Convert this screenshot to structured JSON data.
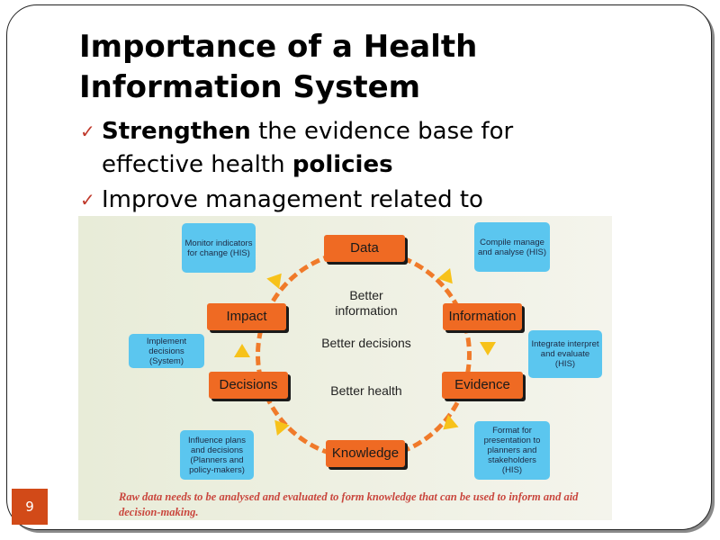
{
  "slide": {
    "title_line1": "Importance of a Health",
    "title_line2": "Information System",
    "slide_number": "9"
  },
  "bullets": [
    {
      "bold1": "Strengthen",
      "text1": " the evidence base for effective health ",
      "bold2": "policies"
    },
    {
      "text1": "Improve  management related to"
    }
  ],
  "diagram": {
    "nodes": {
      "data": "Data",
      "information": "Information",
      "evidence": "Evidence",
      "knowledge": "Knowledge",
      "decisions": "Decisions",
      "impact": "Impact"
    },
    "callouts": {
      "monitor": "Monitor indicators for change (HIS)",
      "compile": "Compile manage and analyse (HIS)",
      "integrate": "Integrate interpret and evaluate (HIS)",
      "format": "Format for presentation to planners and stakeholders (HIS)",
      "influence": "Influence plans and decisions (Planners and policy-makers)",
      "implement": "Implement decisions (System)"
    },
    "center": {
      "line1": "Better information",
      "line2": "Better decisions",
      "line3": "Better health"
    },
    "caption": "Raw data needs to be analysed and evaluated to form knowledge that can be used to inform and aid decision-making.",
    "colors": {
      "node": "#ef6a23",
      "callout": "#5bc6ef",
      "arrow": "#f7c21a",
      "caption": "#c9463d"
    }
  }
}
